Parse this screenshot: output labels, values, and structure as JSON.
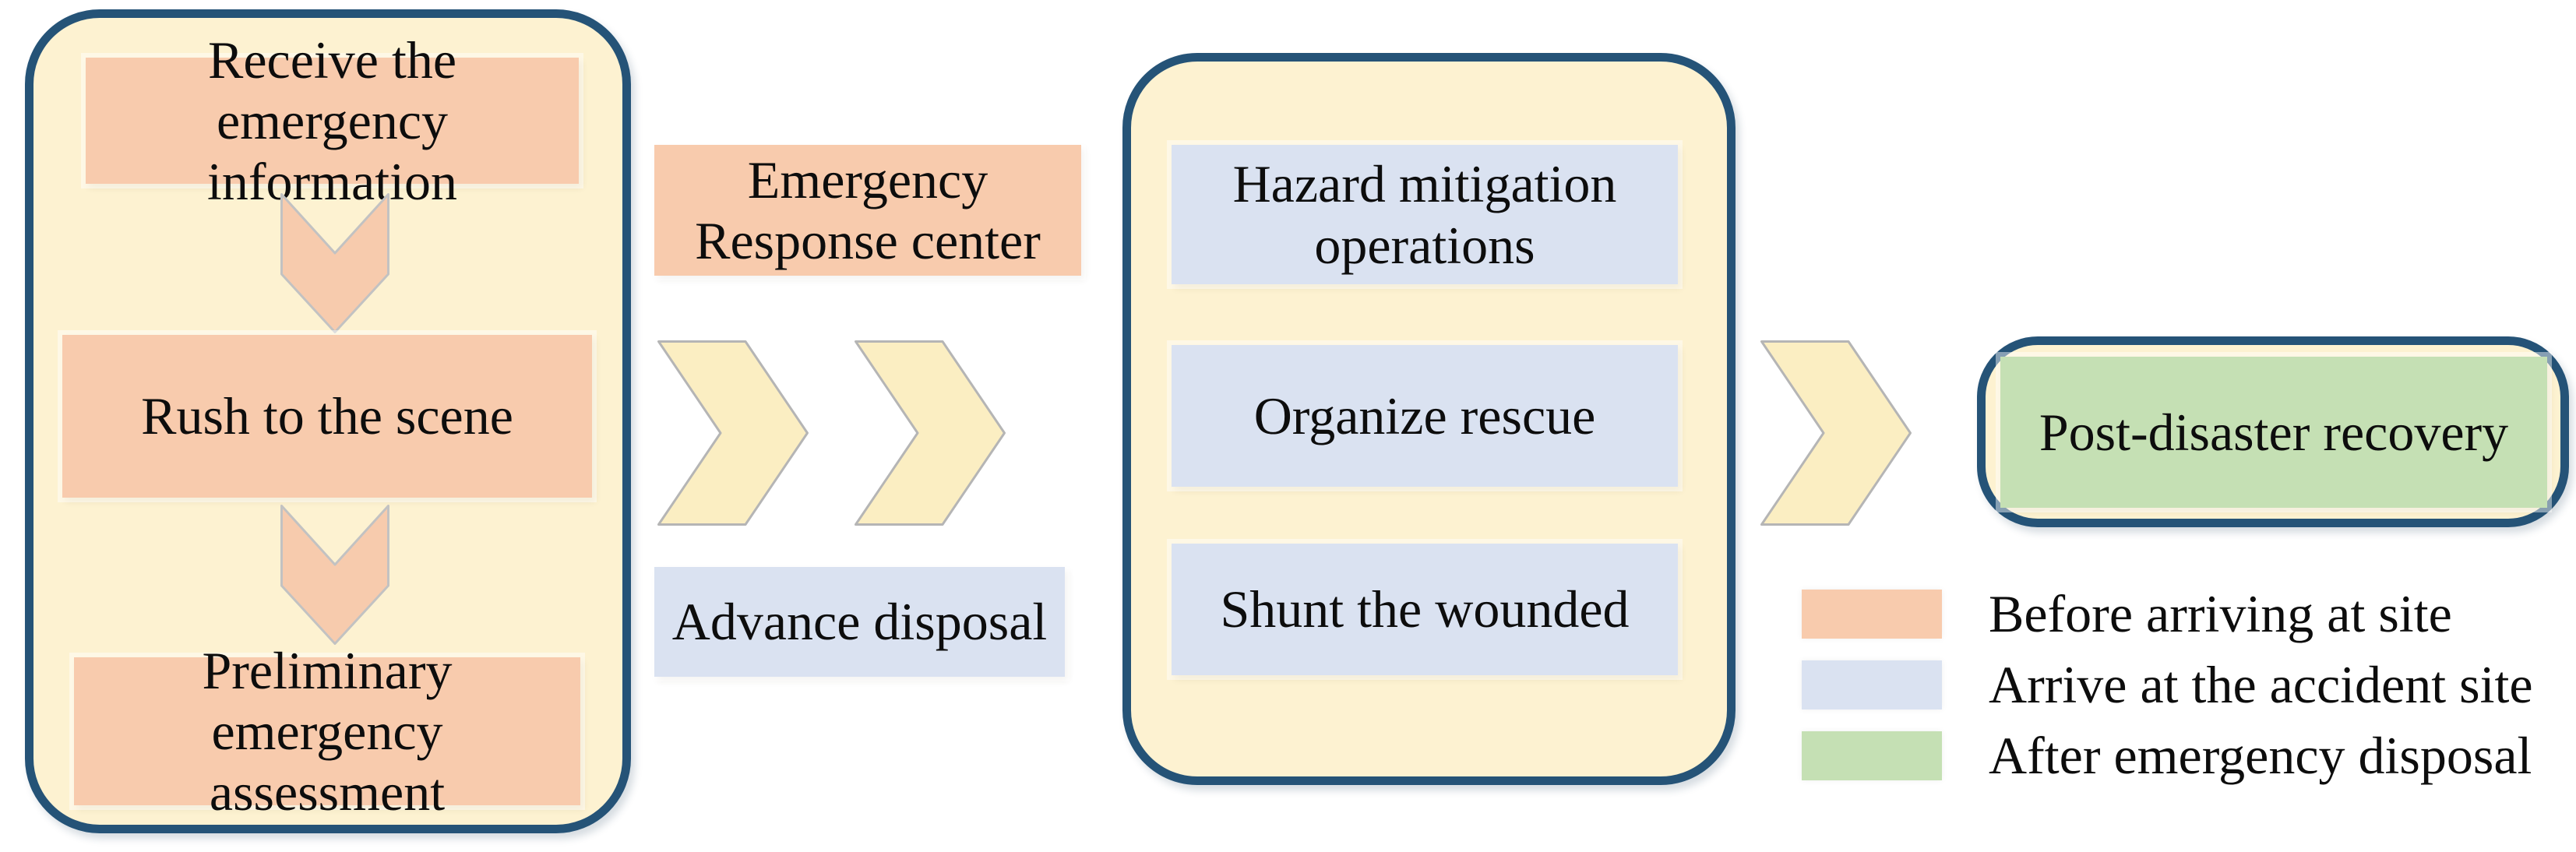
{
  "title": "Emergency response process diagram",
  "colors": {
    "panel_background": "#FDF2D1",
    "panel_border": "#255377",
    "before_site_orange": "#F8CBAD",
    "accident_site_lavender": "#DAE2F1",
    "after_disposal_green": "#C5E0B4",
    "chevron_yellow": "#FBEEC2",
    "connector_stroke": "#B5B5B5",
    "text": "#0d0d0d"
  },
  "left_panel": {
    "steps": [
      "Receive the emergency information",
      "Rush to the scene",
      "Preliminary emergency assessment"
    ]
  },
  "connector": {
    "top_label": "Emergency Response center",
    "bottom_label": "Advance disposal"
  },
  "middle_panel": {
    "steps": [
      "Hazard mitigation operations",
      "Organize rescue",
      "Shunt the wounded"
    ]
  },
  "right_panel": {
    "label": "Post-disaster recovery"
  },
  "legend": {
    "items": [
      {
        "swatch": "#F8CBAD",
        "label": "Before arriving at  site"
      },
      {
        "swatch": "#DAE2F1",
        "label": "Arrive at the accident site"
      },
      {
        "swatch": "#C5E0B4",
        "label": "After emergency disposal"
      }
    ]
  }
}
